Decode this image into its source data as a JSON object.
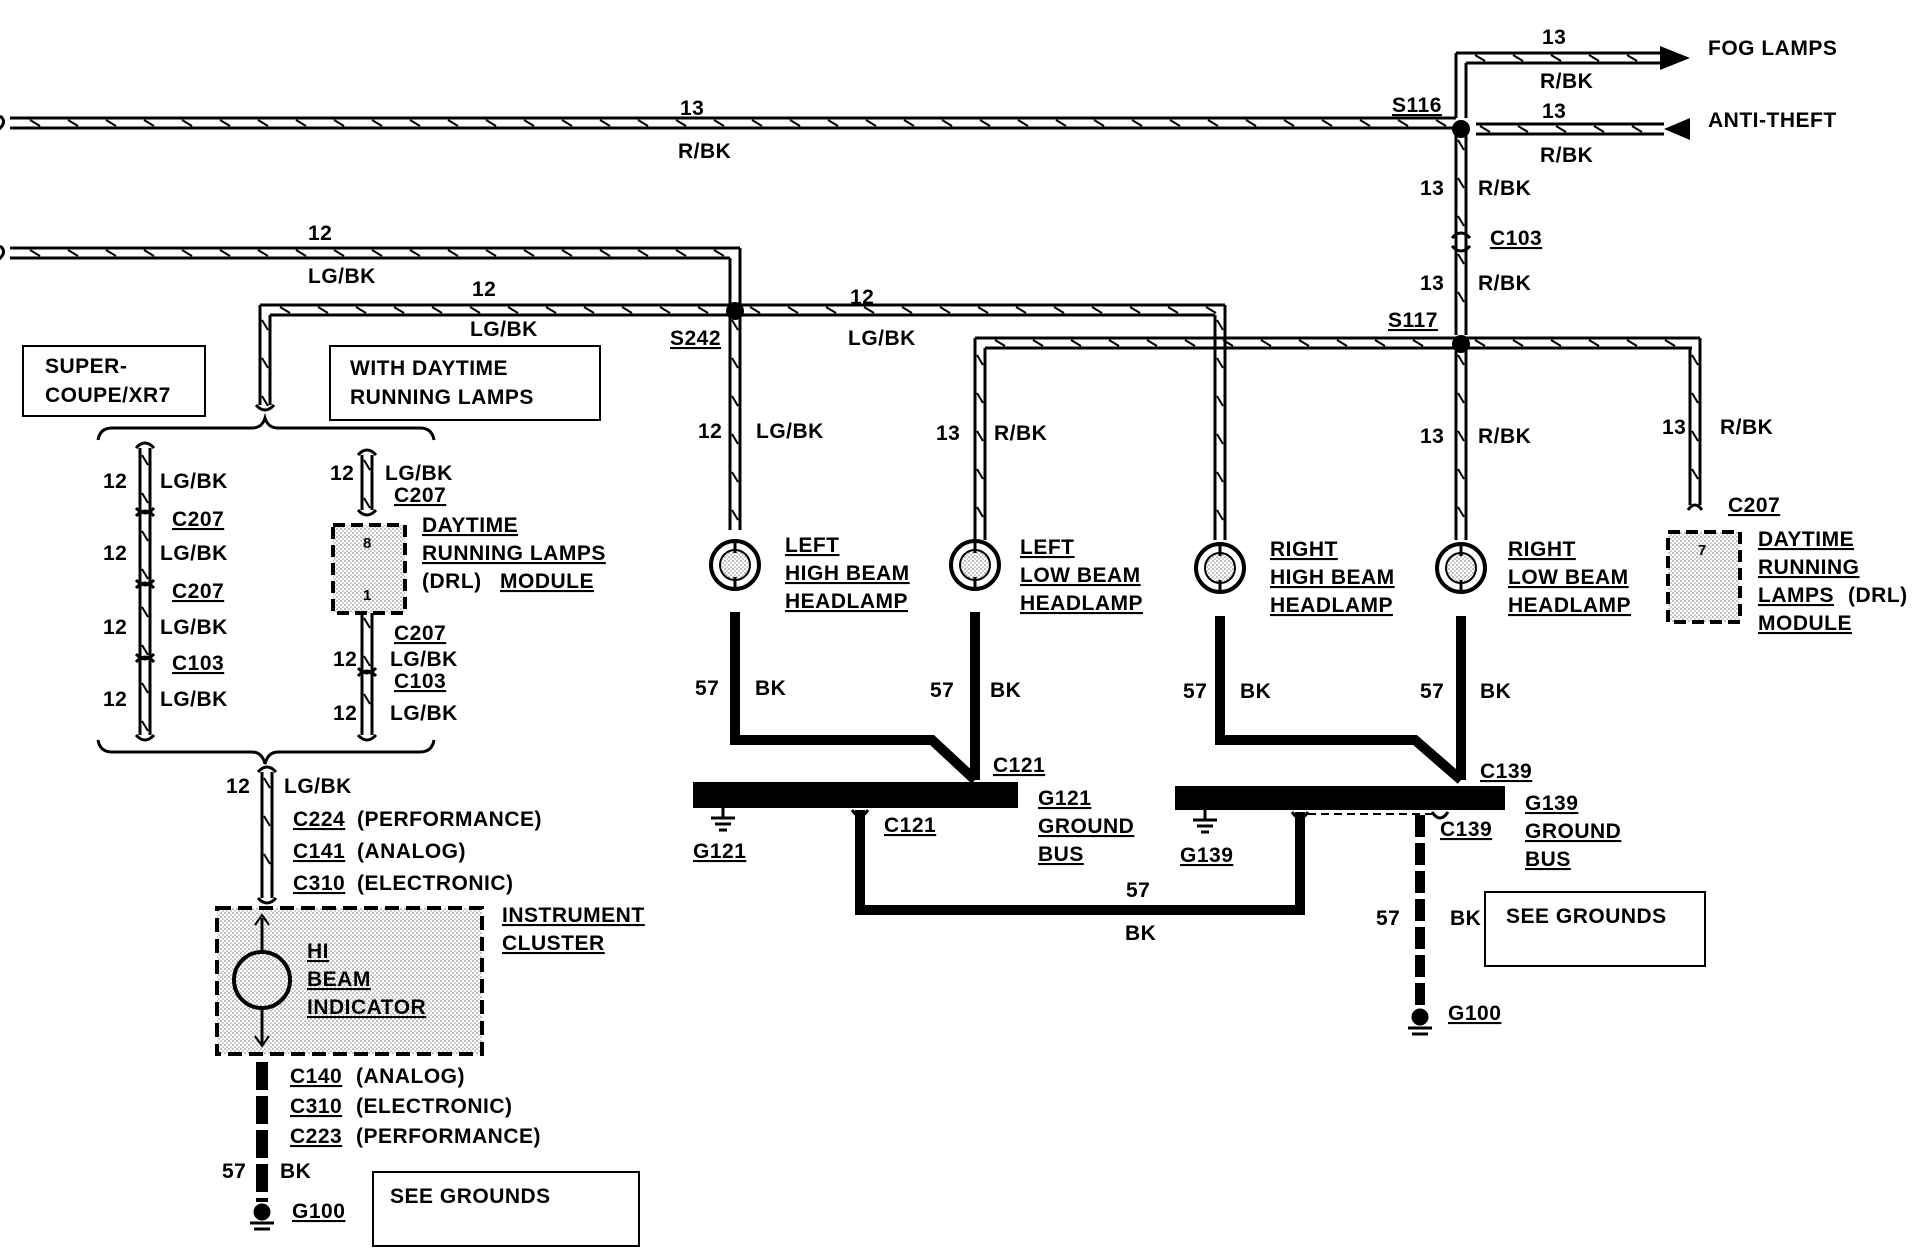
{
  "destinations": {
    "fog_lamps": "FOG LAMPS",
    "anti_theft": "ANTI-THEFT"
  },
  "wires": {
    "c13": "13",
    "rbk": "R/BK",
    "c12": "12",
    "lgbk": "LG/BK",
    "c57": "57",
    "bk": "BK"
  },
  "splices": {
    "s116": "S116",
    "s117": "S117",
    "s242": "S242"
  },
  "connectors": {
    "c103": "C103",
    "c207": "C207",
    "c121": "C121",
    "c139": "C139",
    "c224": "C224",
    "c141": "C141",
    "c310": "C310",
    "c140": "C140",
    "c223": "C223"
  },
  "grounds": {
    "g121": "G121",
    "g139": "G139",
    "g100": "G100"
  },
  "ground_bus": {
    "g121_l1": "G121",
    "g121_l2": "GROUND",
    "g121_l3": "BUS",
    "g139_l1": "G139",
    "g139_l2": "GROUND",
    "g139_l3": "BUS"
  },
  "variants": {
    "super_l1": "SUPER-",
    "super_l2": "COUPE/XR7",
    "drl_l1": "WITH DAYTIME",
    "drl_l2": "RUNNING LAMPS"
  },
  "notes": {
    "performance": "(PERFORMANCE)",
    "analog": "(ANALOG)",
    "electronic": "(ELECTRONIC)"
  },
  "drl_module_left": {
    "l1": "DAYTIME",
    "l2": "RUNNING LAMPS",
    "l3a": "(DRL)",
    "l3b": "MODULE",
    "pin_top": "8",
    "pin_bottom": "1"
  },
  "drl_module_right": {
    "l1": "DAYTIME",
    "l2": "RUNNING",
    "l3a": "LAMPS",
    "l3b": "(DRL)",
    "l4": "MODULE",
    "pin": "7"
  },
  "lamps": {
    "left_high": {
      "l1": "LEFT",
      "l2": "HIGH BEAM",
      "l3": "HEADLAMP"
    },
    "left_low": {
      "l1": "LEFT",
      "l2": "LOW BEAM",
      "l3": "HEADLAMP"
    },
    "right_high": {
      "l1": "RIGHT",
      "l2": "HIGH BEAM",
      "l3": "HEADLAMP"
    },
    "right_low": {
      "l1": "RIGHT",
      "l2": "LOW BEAM",
      "l3": "HEADLAMP"
    }
  },
  "cluster": {
    "l1": "INSTRUMENT",
    "l2": "CLUSTER",
    "ind1": "HI",
    "ind2": "BEAM",
    "ind3": "INDICATOR"
  },
  "see_grounds": "SEE GROUNDS"
}
